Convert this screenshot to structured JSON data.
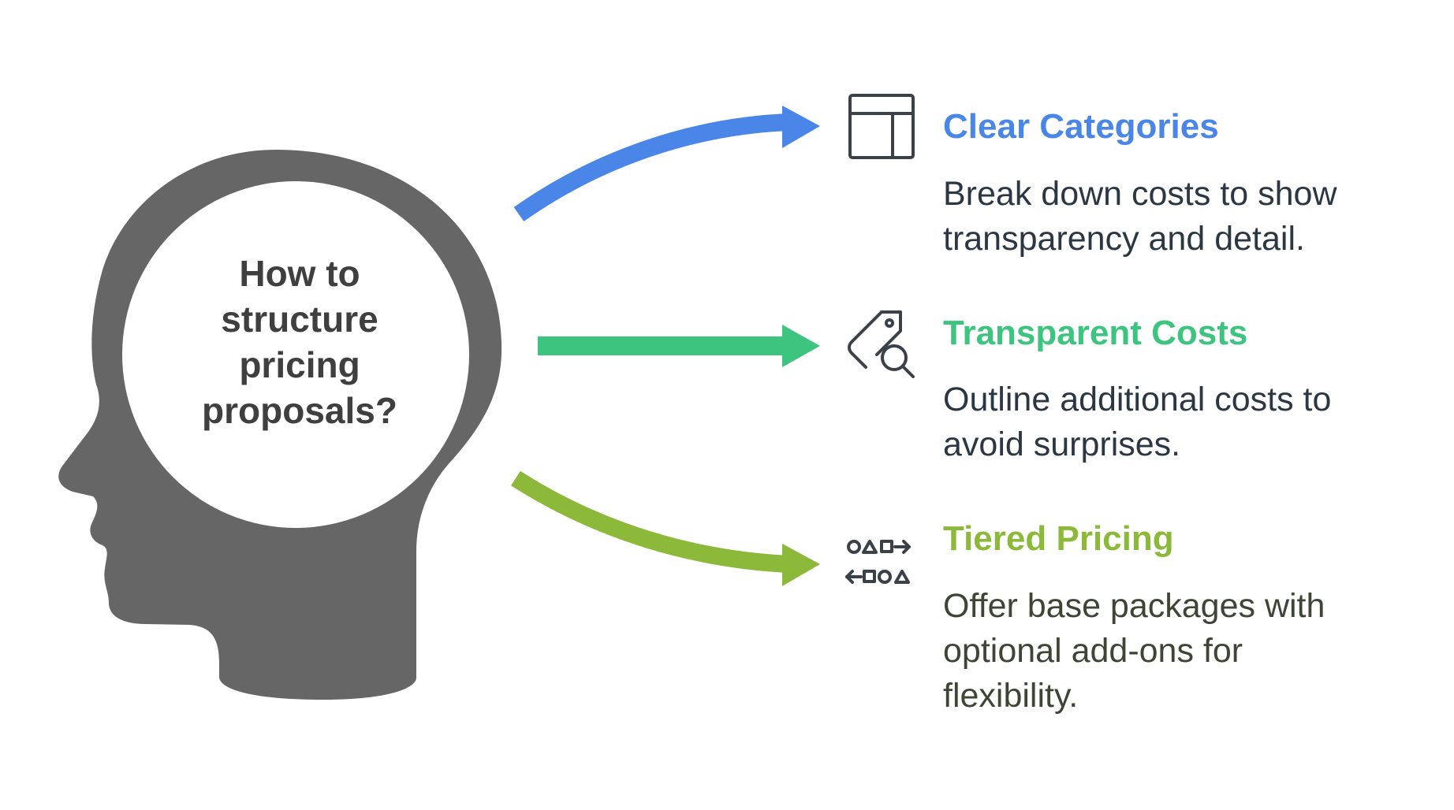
{
  "center": {
    "question": "How to\nstructure\npricing\nproposals?"
  },
  "items": [
    {
      "title": "Clear Categories",
      "description": "Break down costs to show\ntransparency and detail.",
      "icon": "layout-table-icon",
      "color": "#4a86e8"
    },
    {
      "title": "Transparent Costs",
      "description": "Outline additional costs to\navoid surprises.",
      "icon": "price-tag-search-icon",
      "color": "#3dc47e"
    },
    {
      "title": "Tiered Pricing",
      "description": "Offer base packages with\noptional add-ons for\nflexibility.",
      "icon": "shapes-sequence-icon",
      "color": "#8db93a"
    }
  ],
  "colors": {
    "head": "#666666",
    "icon": "#3b4148",
    "text_dark": "#2c3744"
  }
}
